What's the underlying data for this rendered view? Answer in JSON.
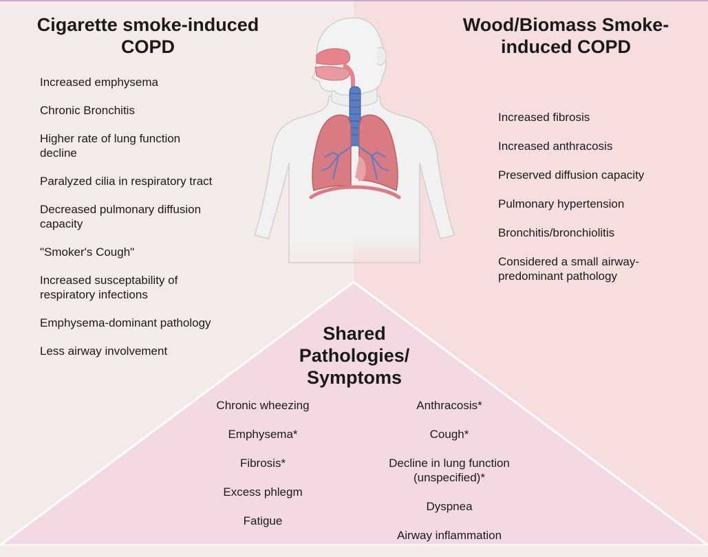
{
  "left_panel": {
    "title": "Cigarette smoke-induced COPD",
    "items": [
      "Increased emphysema",
      "Chronic Bronchitis",
      "Higher rate of lung function decline",
      "Paralyzed cilia in respiratory tract",
      "Decreased pulmonary diffusion capacity",
      "\"Smoker's Cough\"",
      "Increased susceptability of respiratory infections",
      "Emphysema-dominant pathology",
      "Less airway involvement"
    ]
  },
  "right_panel": {
    "title": "Wood/Biomass Smoke-induced COPD",
    "items": [
      "Increased fibrosis",
      "Increased anthracosis",
      "Preserved diffusion capacity",
      "Pulmonary hypertension",
      "Bronchitis/bronchiolitis",
      "Considered a small airway-predominant pathology"
    ]
  },
  "shared_panel": {
    "title": "Shared Pathologies/ Symptoms",
    "left_items": [
      "Chronic wheezing",
      "Emphysema*",
      "Fibrosis*",
      "Excess phlegm",
      "Fatigue"
    ],
    "right_items": [
      "Anthracosis*",
      "Cough*",
      "Decline in lung function (unspecified)*",
      "Dyspnea",
      "Airway inflammation"
    ]
  },
  "colors": {
    "left_bg": "#f4ebe9",
    "right_bg": "#f5dedd",
    "shared_bg": "#f3d9e3",
    "lung": "#d97b82",
    "trachea": "#5b7ec3"
  },
  "figure": {
    "icon": "human-respiratory-system-icon"
  }
}
